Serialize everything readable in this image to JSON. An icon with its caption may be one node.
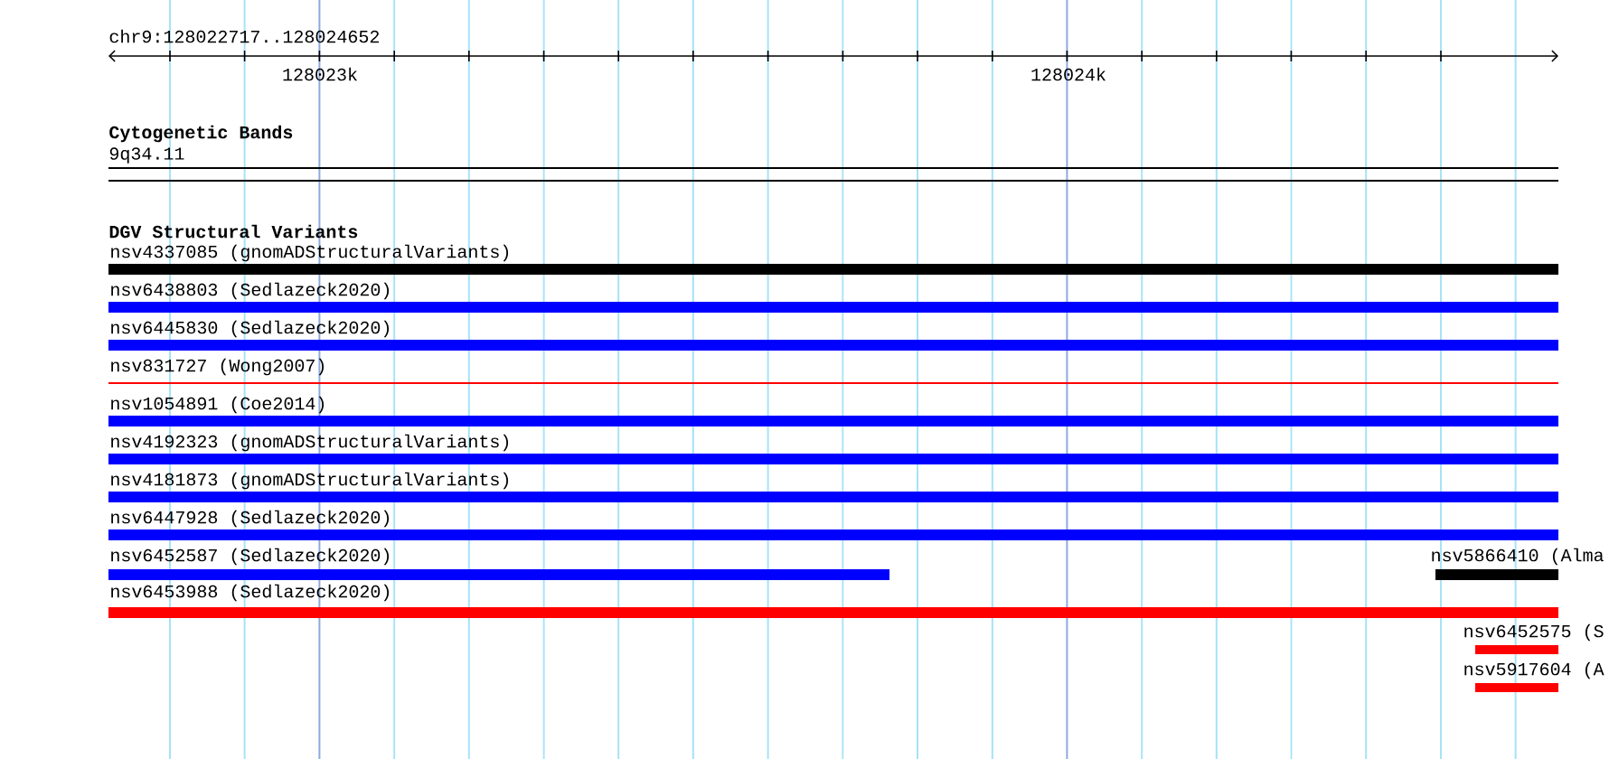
{
  "diagram": {
    "title": "chr9:128022717..128024652",
    "nodes": [
      {
        "text": [
          "nsv4337085 (gnomADStructuralVariants)"
        ]
      },
      {
        "text": [
          "nsv6438803 (Sedlazeck2020)"
        ]
      },
      {
        "text": [
          "nsv6445830 (Sedlazeck2020)"
        ]
      },
      {
        "text": [
          "nsv831727 (Wong2007)"
        ]
      },
      {
        "text": [
          "nsv1054891 (Coe2014)"
        ]
      },
      {
        "text": [
          "nsv4192323 (gnomADStructuralVariants)"
        ]
      },
      {
        "text": [
          "nsv4181873 (gnomADStructuralVariants)"
        ]
      },
      {
        "text": [
          "nsv6447928 (Sedlazeck2020)"
        ]
      },
      {
        "text": [
          "nsv6452587 (Sedlazeck2020)"
        ]
      },
      {
        "text": [
          "nsv5866410 (Alma"
        ]
      },
      {
        "text": [
          "nsv6453988 (Sedlazeck2020)"
        ]
      },
      {
        "text": [
          "nsv6452575 (S"
        ]
      },
      {
        "text": [
          "nsv5917604 (A"
        ]
      }
    ],
    "labels": [
      "128023k",
      "128024k",
      "Cytogenetic Bands",
      "9q34.11",
      "DGV Structural Variants"
    ]
  }
}
